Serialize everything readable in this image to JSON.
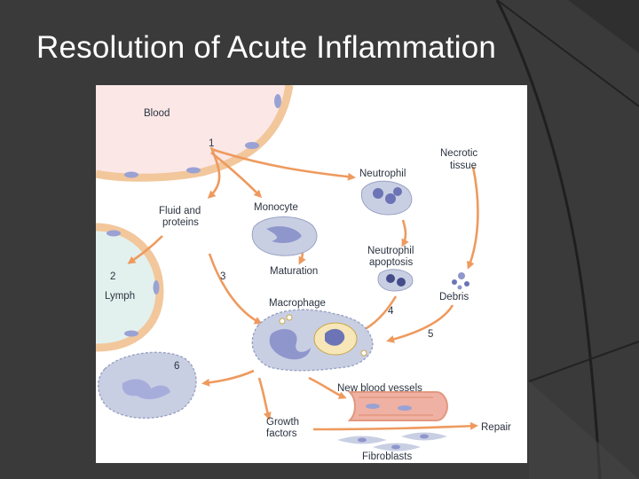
{
  "slide": {
    "title": "Resolution of Acute Inflammation"
  },
  "diagram": {
    "labels": {
      "blood": "Blood",
      "step1": "1",
      "necrotic_line1": "Necrotic",
      "necrotic_line2": "tissue",
      "neutrophil": "Neutrophil",
      "fluid_line1": "Fluid and",
      "fluid_line2": "proteins",
      "monocyte": "Monocyte",
      "step2": "2",
      "lymph": "Lymph",
      "neutrophil_apoptosis_line1": "Neutrophil",
      "neutrophil_apoptosis_line2": "apoptosis",
      "step3": "3",
      "maturation": "Maturation",
      "debris": "Debris",
      "macrophage": "Macrophage",
      "step4": "4",
      "step5": "5",
      "step6": "6",
      "new_blood_vessels": "New blood vessels",
      "growth_line1": "Growth",
      "growth_line2": "factors",
      "repair": "Repair",
      "fibroblasts": "Fibroblasts"
    }
  },
  "colors": {
    "background": "#3a3a3a",
    "arrow": "#ee9a5e",
    "cell": "#c9cfe3",
    "nucleus": "#8f96cc",
    "blood_fill": "#fbe7e6",
    "vessel_wall": "#f2c79c",
    "lymph_fill": "#e3f1ee"
  }
}
